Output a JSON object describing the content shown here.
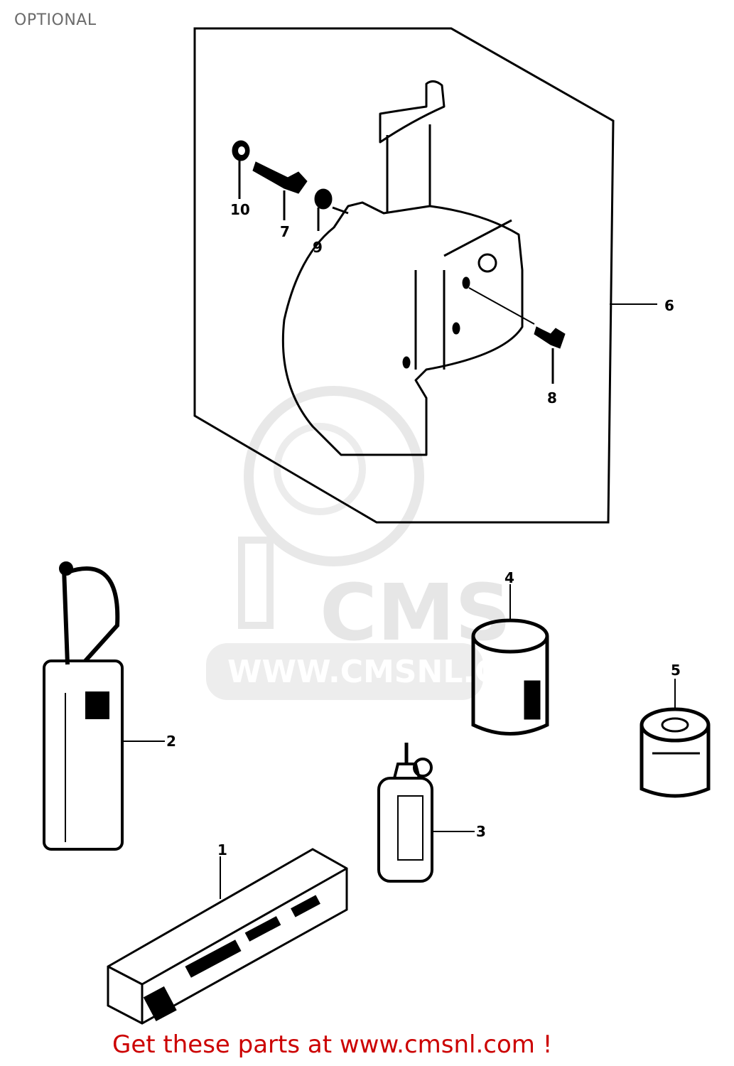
{
  "page": {
    "title": "OPTIONAL",
    "footer_text": "Get these parts at www.cmsnl.com !",
    "footer_color": "#cc0000"
  },
  "watermark": {
    "brand": "CMS",
    "url": "WWW.CMSNL.COM",
    "color": "#e6e6e6"
  },
  "callouts": [
    {
      "number": "1",
      "part": "tool-kit-box"
    },
    {
      "number": "2",
      "part": "portable-case-with-antenna"
    },
    {
      "number": "3",
      "part": "oil-bottle"
    },
    {
      "number": "4",
      "part": "paint-can"
    },
    {
      "number": "5",
      "part": "small-can"
    },
    {
      "number": "6",
      "part": "housing-assembly"
    },
    {
      "number": "7",
      "part": "bolt"
    },
    {
      "number": "8",
      "part": "screw"
    },
    {
      "number": "9",
      "part": "cap"
    },
    {
      "number": "10",
      "part": "washer"
    }
  ]
}
